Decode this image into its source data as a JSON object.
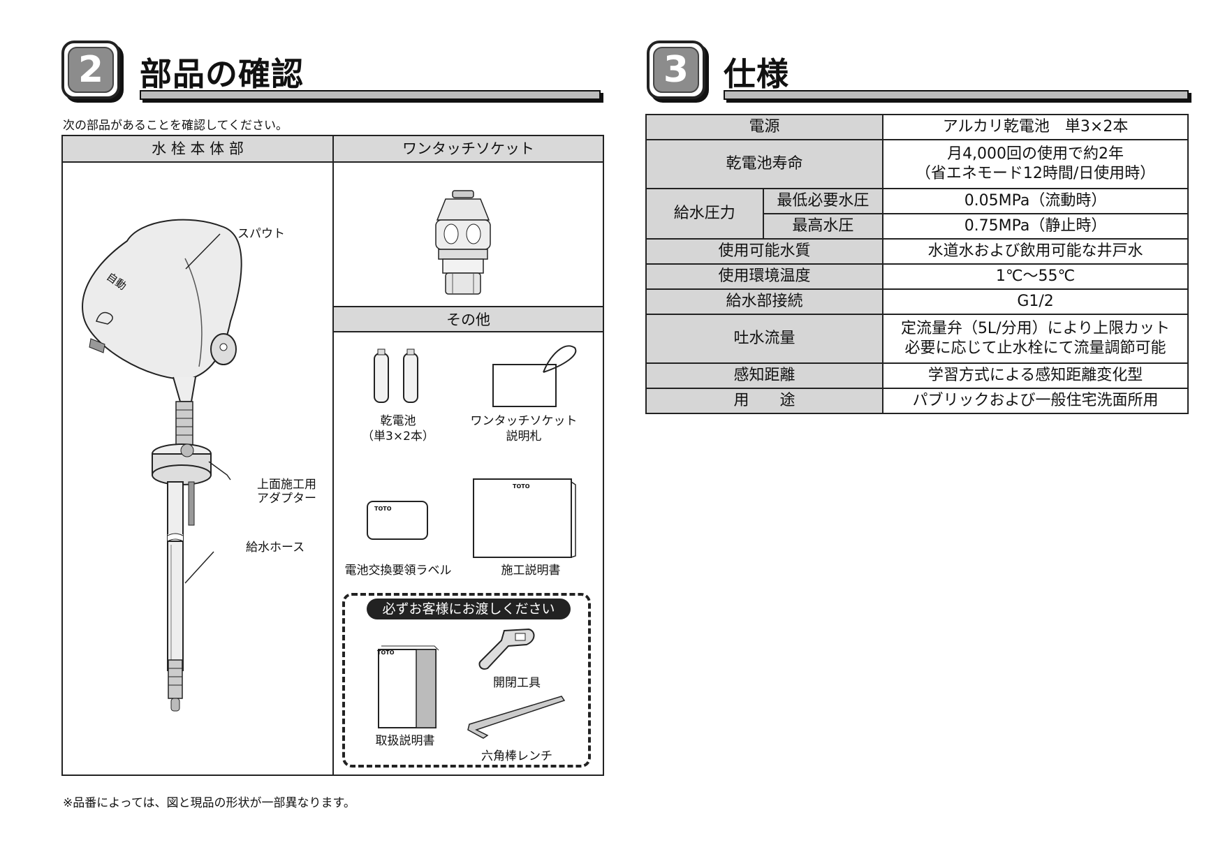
{
  "section2": {
    "number": "2",
    "title": "部品の確認",
    "instruction": "次の部品があることを確認してください。",
    "faucet_header": "水 栓 本 体 部",
    "socket_header": "ワンタッチソケット",
    "other_header": "その他",
    "faucet_labels": {
      "spout": "スパウト",
      "adapter_line1": "上面施工用",
      "adapter_line2": "アダプター",
      "hose": "給水ホース",
      "auto_mark": "自動"
    },
    "others": {
      "battery_line1": "乾電池",
      "battery_line2": "（単3×2本）",
      "tag_line1": "ワンタッチソケット",
      "tag_line2": "説明札",
      "label": "電池交換要領ラベル",
      "manual": "施工説明書",
      "brand": "TOTO"
    },
    "handover": {
      "title": "必ずお客様にお渡しください",
      "manual": "取扱説明書",
      "tool": "開閉工具",
      "wrench": "六角棒レンチ"
    },
    "footnote": "※品番によっては、図と現品の形状が一部異なります。"
  },
  "section3": {
    "number": "3",
    "title": "仕様",
    "rows": {
      "power": {
        "label": "電源",
        "value": "アルカリ乾電池　単3×2本"
      },
      "battery_life": {
        "label": "乾電池寿命",
        "value1": "月4,000回の使用で約2年",
        "value2": "（省エネモード12時間/日使用時）"
      },
      "pressure": {
        "label": "給水圧力",
        "min_label": "最低必要水圧",
        "min_value": "0.05MPa（流動時）",
        "max_label": "最高水圧",
        "max_value": "0.75MPa（静止時）"
      },
      "water": {
        "label": "使用可能水質",
        "value": "水道水および飲用可能な井戸水"
      },
      "temp": {
        "label": "使用環境温度",
        "value": "1℃～55℃"
      },
      "connection": {
        "label": "給水部接続",
        "value": "G1/2"
      },
      "flow": {
        "label": "吐水流量",
        "value1": "定流量弁（5L/分用）により上限カット",
        "value2": "必要に応じて止水栓にて流量調節可能"
      },
      "sensing": {
        "label": "感知距離",
        "value": "学習方式による感知距離変化型"
      },
      "use": {
        "label": "用　　途",
        "value": "パブリックおよび一般住宅洗面所用"
      }
    }
  }
}
